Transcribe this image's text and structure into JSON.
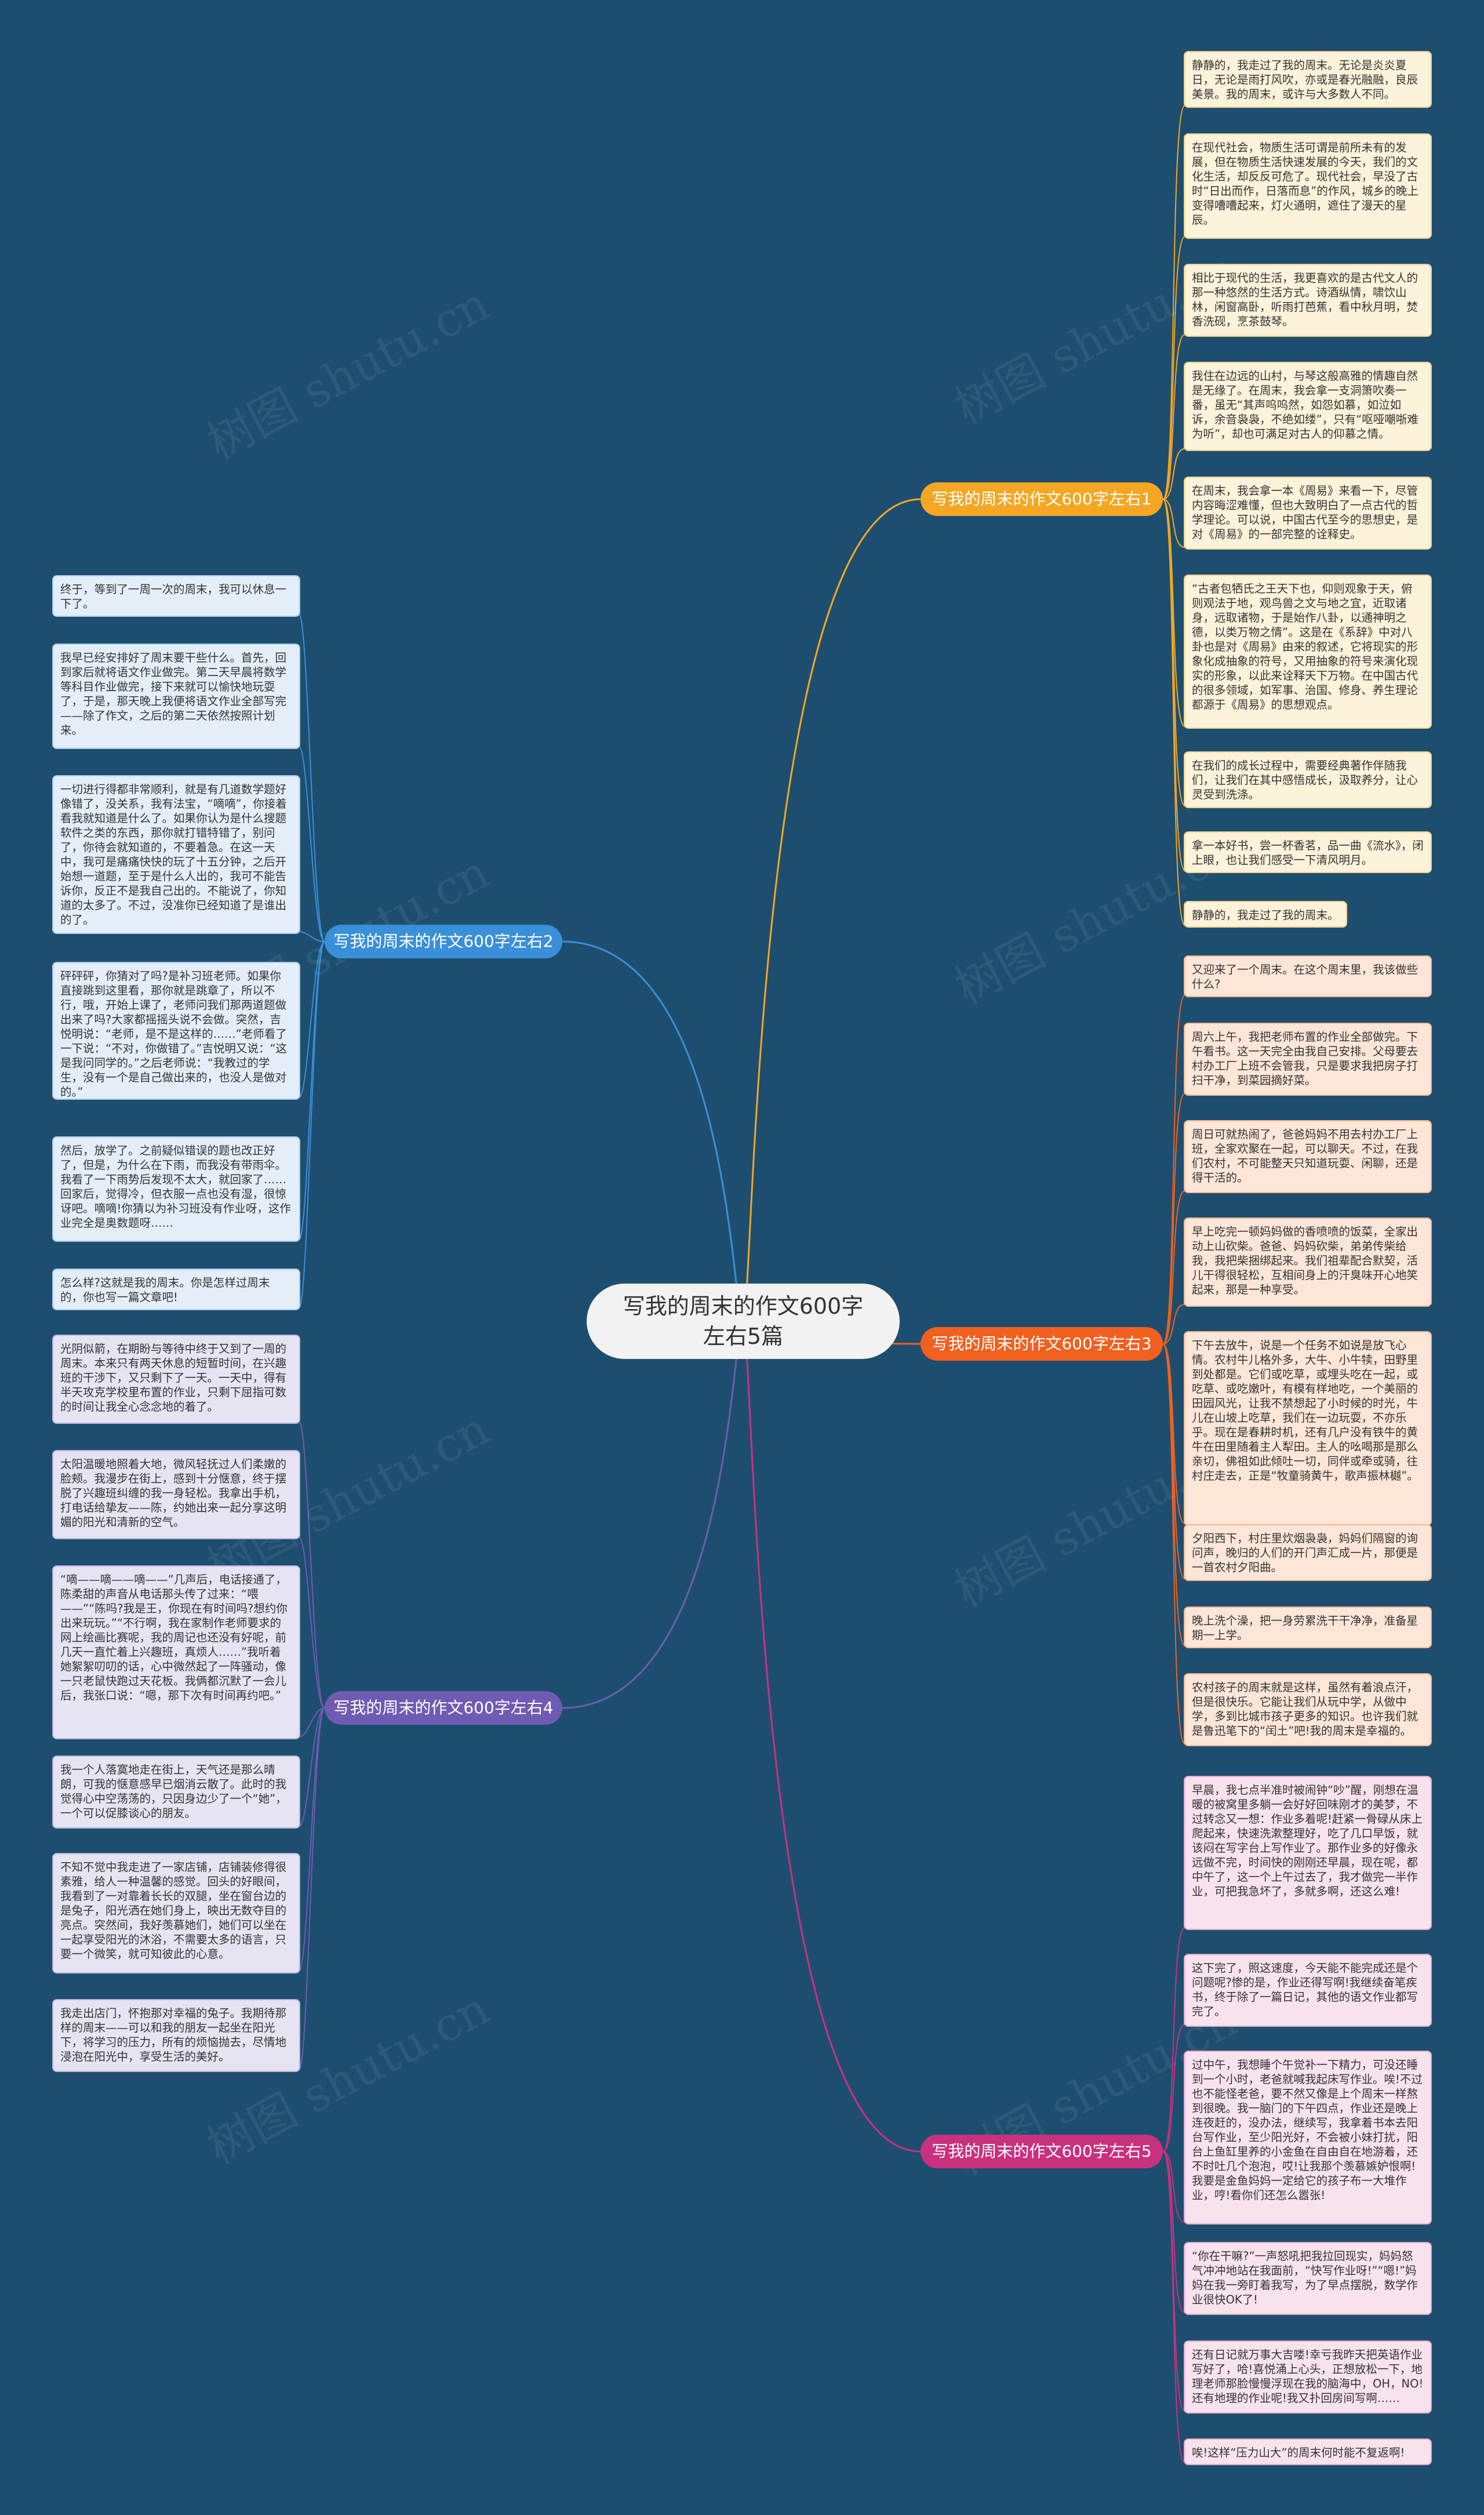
{
  "watermark": "树图 shutu.cn",
  "center": {
    "title": "写我的周末的作文600字左右5篇"
  },
  "branches": [
    {
      "label": "写我的周末的作文600字左右1",
      "color": "#f5a623",
      "leaves": [
        "静静的，我走过了我的周末。无论是炎炎夏日，无论是雨打风吹，亦或是春光融融，良辰美景。我的周末，或许与大多数人不同。",
        "在现代社会，物质生活可谓是前所未有的发展，但在物质生活快速发展的今天，我们的文化生活，却反反可危了。现代社会，早没了古时“日出而作，日落而息”的作风，城乡的晚上变得嘈嘈起来，灯火通明，遮住了漫天的星辰。",
        "相比于现代的生活，我更喜欢的是古代文人的那一种悠然的生活方式。诗酒纵情，啸饮山林，闲窗高卧，听雨打芭蕉，看中秋月明，焚香洗砚，烹茶鼓琴。",
        "我住在边远的山村，与琴这般高雅的情趣自然是无缘了。在周末，我会拿一支洞箫吹奏一番，虽无“其声呜呜然，如怨如慕，如泣如诉，余音袅袅，不绝如缕”，只有“呕哑嘲哳难为听”，却也可满足对古人的仰慕之情。",
        "在周末，我会拿一本《周易》来看一下，尽管内容晦涩难懂，但也大致明白了一点古代的哲学理论。可以说，中国古代至今的思想史，是对《周易》的一部完整的诠释史。",
        "“古者包牺氏之王天下也，仰则观象于天，俯则观法于地，观鸟兽之文与地之宜，近取诸身，远取诸物，于是始作八卦，以通神明之德，以类万物之情”。这是在《系辞》中对八卦也是对《周易》由来的叙述，它将现实的形象化成抽象的符号，又用抽象的符号来演化现实的形象，以此来诠释天下万物。在中国古代的很多领域，如军事、治国、修身、养生理论都源于《周易》的思想观点。",
        "在我们的成长过程中，需要经典著作伴随我们，让我们在其中感悟成长，汲取养分，让心灵受到洗涤。",
        "拿一本好书，尝一杯香茗，品一曲《流水》，闭上眼，也让我们感受一下清风明月。",
        "静静的，我走过了我的周末。"
      ]
    },
    {
      "label": "写我的周末的作文600字左右2",
      "color": "#3a8fd9",
      "leaves": [
        "终于，等到了一周一次的周末，我可以休息一下了。",
        "我早已经安排好了周末要干些什么。首先，回到家后就将语文作业做完。第二天早晨将数学等科目作业做完，接下来就可以愉快地玩耍了，于是，那天晚上我便将语文作业全部写完——除了作文，之后的第二天依然按照计划来。",
        "一切进行得都非常顺利，就是有几道数学题好像错了，没关系，我有法宝，“嘀嘀”，你接着看我就知道是什么了。如果你认为是什么搜题软件之类的东西，那你就打错特错了，别问了，你待会就知道的，不要着急。在这一天中，我可是痛痛快快的玩了十五分钟，之后开始想一道题，至于是什么人出的，我可不能告诉你，反正不是我自己出的。不能说了，你知道的太多了。不过，没准你已经知道了是谁出的了。",
        "砰砰砰，你猜对了吗?是补习班老师。如果你直接跳到这里看，那你就是跳章了，所以不行，哦，开始上课了，老师问我们那两道题做出来了吗?大家都摇摇头说不会做。突然，吉悦明说：“老师，是不是这样的……”老师看了一下说：“不对，你做错了。”吉悦明又说：“这是我问同学的。”之后老师说：“我教过的学生，没有一个是自己做出来的，也没人是做对的。”",
        "然后，放学了。之前疑似错误的题也改正好了，但是，为什么在下雨，而我没有带雨伞。我看了一下雨势后发现不太大，就回家了……回家后，觉得冷，但衣服一点也没有湿，很惊讶吧。嘀嘀!你猜以为补习班没有作业呀，这作业完全是奥数题呀……",
        "怎么样?这就是我的周末。你是怎样过周末的，你也写一篇文章吧!"
      ]
    },
    {
      "label": "写我的周末的作文600字左右3",
      "color": "#f2601f",
      "leaves": [
        "又迎来了一个周末。在这个周末里，我该做些什么?",
        "周六上午，我把老师布置的作业全部做完。下午看书。这一天完全由我自己安排。父母要去村办工厂上班不会管我，只是要求我把房子打扫干净，到菜园摘好菜。",
        "周日可就热闹了，爸爸妈妈不用去村办工厂上班，全家欢聚在一起，可以聊天。不过，在我们农村，不可能整天只知道玩耍、闲聊，还是得干活的。",
        "早上吃完一顿妈妈做的香喷喷的饭菜，全家出动上山砍柴。爸爸、妈妈砍柴，弟弟传柴给我，我把柴捆绑起来。我们祖辈配合默契，活儿干得很轻松，互相间身上的汗臭味开心地笑起来，那是一种享受。",
        "下午去放牛，说是一个任务不如说是放飞心情。农村牛儿格外多，大牛、小牛犊，田野里到处都是。它们或吃草，或埋头吃在一起，或吃草、或吃嫩叶，有模有样地吃，一个美丽的田园风光，让我不禁想起了小时候的时光，牛儿在山坡上吃草，我们在一边玩耍，不亦乐乎。现在是春耕时机，还有几户没有铁牛的黄牛在田里随着主人犁田。主人的吆喝那是那么亲切，佛祖如此倾吐一切，同伴或牵或骑，往村庄走去，正是“牧童骑黄牛，歌声振林樾”。",
        "夕阳西下，村庄里炊烟袅袅，妈妈们隔窗的询问声，晚归的人们的开门声汇成一片，那便是一首农村夕阳曲。",
        "晚上洗个澡，把一身劳累洗干干净净，准备星期一上学。",
        "农村孩子的周末就是这样，虽然有着浪点汗，但是很快乐。它能让我们从玩中学，从做中学，多到比城市孩子更多的知识。也许我们就是鲁迅笔下的“闰土”吧!我的周末是幸福的。"
      ]
    },
    {
      "label": "写我的周末的作文600字左右4",
      "color": "#6f5bb3",
      "leaves": [
        "光阴似箭，在期盼与等待中终于又到了一周的周末。本来只有两天休息的短暂时间，在兴趣班的干涉下，又只剩下了一天。一天中，得有半天攻克学校里布置的作业，只剩下屈指可数的时间让我全心念念地的着了。",
        "太阳温暖地照着大地，微风轻抚过人们柔嫩的脸颊。我漫步在街上，感到十分惬意，终于摆脱了兴趣班纠缠的我一身轻松。我拿出手机，打电话给挚友——陈，约她出来一起分享这明媚的阳光和清新的空气。",
        "“嘀——嘀——嘀——”几声后，电话接通了，陈柔甜的声音从电话那头传了过来：“喂——”“陈吗?我是王，你现在有时间吗?想约你出来玩玩。”“不行啊，我在家制作老师要求的网上绘画比赛呢，我的周记也还没有好呢，前几天一直忙着上兴趣班，真烦人……”我听着她絮絮叨叨的话，心中微然起了一阵骚动，像一只老鼠快跑过天花板。我俩都沉默了一会儿后，我张口说：“嗯，那下次有时间再约吧。”",
        "我一个人落寞地走在街上，天气还是那么晴朗，可我的惬意感早已烟消云散了。此时的我觉得心中空荡荡的，只因身边少了一个“她”，一个可以促膝谈心的朋友。",
        "不知不觉中我走进了一家店铺，店铺装修得很素雅，给人一种温馨的感觉。回头的好眼间，我看到了一对靠着长长的双腿，坐在窗台边的是兔子，阳光洒在她们身上，映出无数夺目的亮点。突然间，我好羡慕她们，她们可以坐在一起享受阳光的沐浴，不需要太多的语言，只要一个微笑，就可知彼此的心意。",
        "我走出店门，怀抱那对幸福的兔子。我期待那样的周末——可以和我的朋友一起坐在阳光下，将学习的压力，所有的烦恼抛去，尽情地浸泡在阳光中，享受生活的美好。"
      ]
    },
    {
      "label": "写我的周末的作文600字左右5",
      "color": "#c9317f",
      "leaves": [
        "早晨，我七点半准时被闹钟“吵”醒，刚想在温暖的被窝里多躺一会好好回味刚才的美梦，不过转念又一想：作业多着呢!赶紧一骨碌从床上爬起来，快速洗漱整理好，吃了几口早饭，就该闷在写字台上写作业了。那作业多的好像永远做不完，时间快的刚刚还早晨，现在呢，都中午了，这一个上午过去了，我才做完一半作业，可把我急坏了，多就多啊，还这么难!",
        "这下完了，照这速度，今天能不能完成还是个问题呢?惨的是，作业还得写啊!我继续奋笔疾书，终于除了一篇日记，其他的语文作业都写完了。",
        "过中午，我想睡个午觉补一下精力，可没还睡到一个小时，老爸就喊我起床写作业。唉!不过也不能怪老爸，要不然又像是上个周末一样熬到很晚。我一脑门的下午四点，作业还是晚上连夜赶的，没办法，继续写，我拿着书本去阳台写作业，至少阳光好，不会被小妹打扰，阳台上鱼缸里养的小金鱼在自由自在地游着，还不时吐几个泡泡，哎!让我那个羡慕嫉妒恨啊!我要是金鱼妈妈一定给它的孩子布一大堆作业，哼!看你们还怎么嚣张!",
        "“你在干嘛?”一声怒吼把我拉回现实，妈妈怒气冲冲地站在我面前，“快写作业呀!”“嗯!”妈妈在我一旁盯着我写，为了早点摆脱，数学作业很快OK了!",
        "还有日记就万事大吉喽!幸亏我昨天把英语作业写好了，哈!喜悦涌上心头，正想放松一下，地理老师那脸慢慢浮现在我的脑海中，OH，NO!还有地理的作业呢!我又扑回房间写啊……",
        "唉!这样“压力山大”的周末何时能不复返啊!"
      ]
    }
  ]
}
